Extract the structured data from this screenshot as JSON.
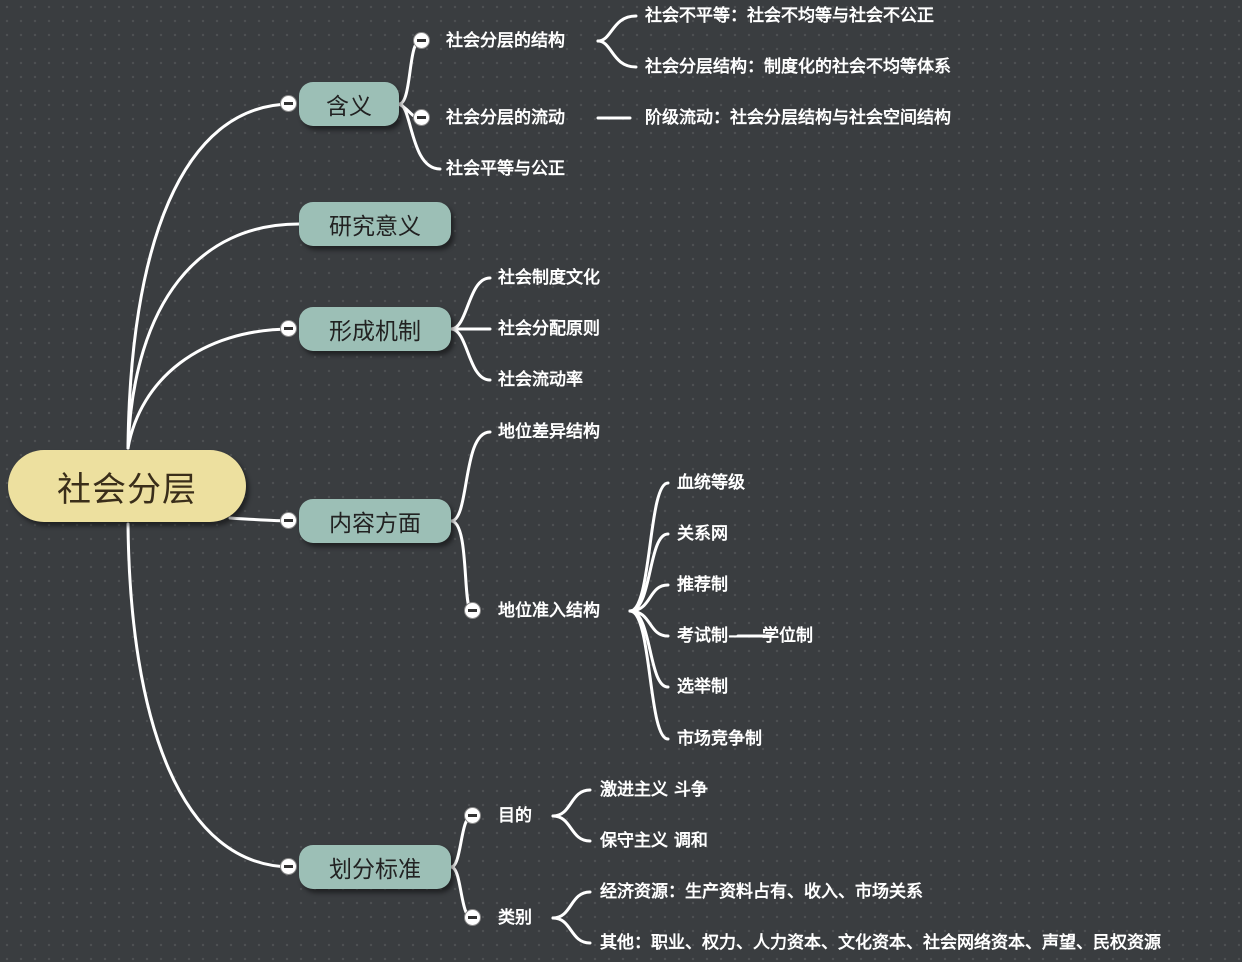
{
  "root": {
    "label": "社会分层"
  },
  "branches": {
    "hanyi": {
      "label": "含义",
      "children": {
        "jiegou": {
          "label": "社会分层的结构",
          "items": [
            "社会不平等：社会不均等与社会不公正",
            "社会分层结构：制度化的社会不均等体系"
          ]
        },
        "liudong": {
          "label": "社会分层的流动",
          "items": [
            "阶级流动：社会分层结构与社会空间结构"
          ]
        },
        "pingdeng": {
          "label": "社会平等与公正"
        }
      }
    },
    "yiyi": {
      "label": "研究意义"
    },
    "jizhi": {
      "label": "形成机制",
      "items": [
        "社会制度文化",
        "社会分配原则",
        "社会流动率"
      ]
    },
    "neirong": {
      "label": "内容方面",
      "children": {
        "chayi": {
          "label": "地位差异结构"
        },
        "zhunru": {
          "label": "地位准入结构",
          "items": [
            "血统等级",
            "关系网",
            "推荐制",
            "考试制——学位制",
            "选举制",
            "市场竞争制"
          ]
        }
      }
    },
    "biaozhun": {
      "label": "划分标准",
      "children": {
        "mudi": {
          "label": "目的",
          "items": [
            "激进主义 斗争",
            "保守主义 调和"
          ]
        },
        "leibie": {
          "label": "类别",
          "items": [
            "经济资源：生产资料占有、收入、市场关系",
            "其他：职业、权力、人力资本、文化资本、社会网络资本、声望、民权资源"
          ]
        }
      }
    }
  },
  "colors": {
    "background": "#3a3d40",
    "root_fill": "#ede09f",
    "branch_fill": "#9cbfb6",
    "link": "#ffffff"
  }
}
